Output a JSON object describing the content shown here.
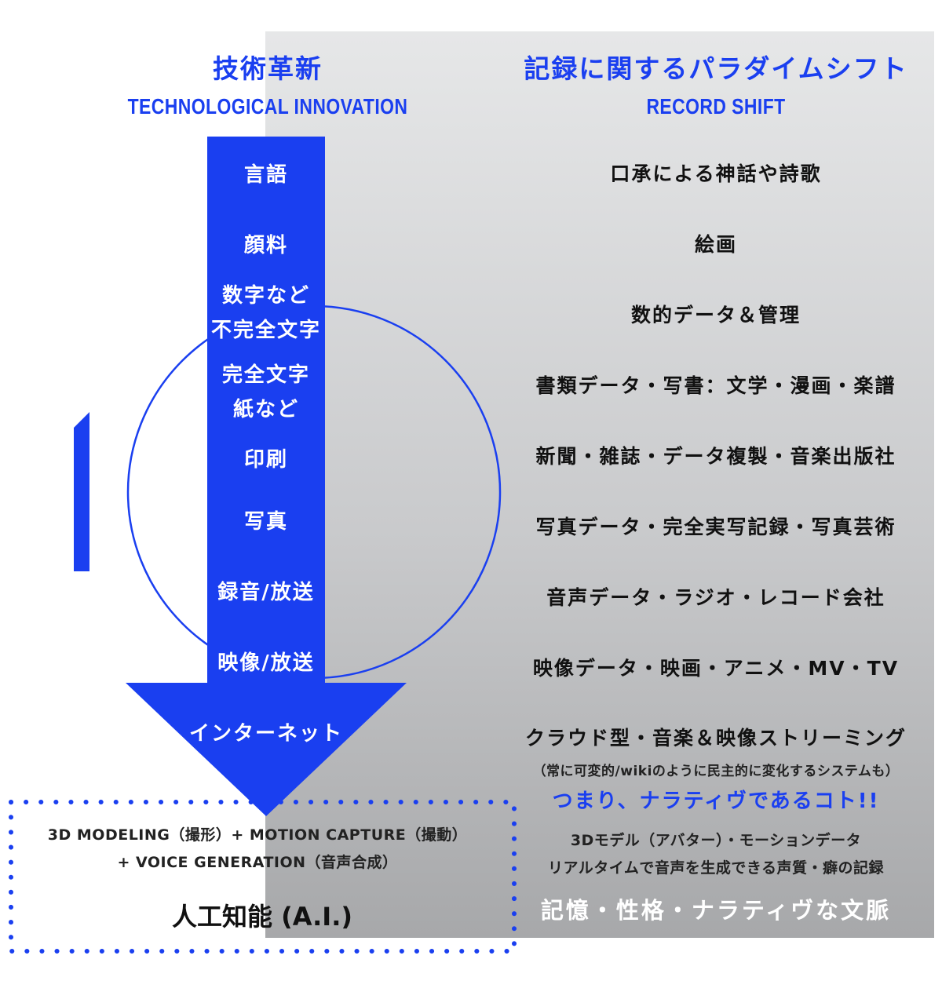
{
  "colors": {
    "accent_blue": "#1a3ff0",
    "panel_gray": "#d3d4d6",
    "text_dark": "#111111"
  },
  "left_header": {
    "jp": "技術革新",
    "en": "TECHNOLOGICAL INNOVATION"
  },
  "right_header": {
    "jp": "記録に関するパラダイムシフト",
    "en": "RECORD SHIFT"
  },
  "tech_items": [
    "言語",
    "顔料",
    "数字など",
    "不完全文字",
    "完全文字",
    "紙など",
    "印刷",
    "写真",
    "録音/放送",
    "映像/放送",
    "インターネット"
  ],
  "record_items": [
    "口承による神話や詩歌",
    "絵画",
    "数的データ＆管理",
    "書類データ・写書：文学・漫画・楽譜",
    "新聞・雑誌・データ複製・音楽出版社",
    "写真データ・完全実写記録・写真芸術",
    "音声データ・ラジオ・レコード会社",
    "映像データ・映画・アニメ・MV・TV",
    "クラウド型・音楽＆映像ストリーミング"
  ],
  "cloud_note": "（常に可変的/wikiのように民主的に変化するシステムも）",
  "narrative_note": "つまり、ナラティヴであるコト!!",
  "ai_box": {
    "line1": "3D MODELING（撮形）+ MOTION CAPTURE（撮動）",
    "line2": "+ VOICE GENERATION（音声合成）",
    "title": "人工知能 (A.I.)"
  },
  "ai_record": {
    "line1": "3Dモデル（アバター）・モーションデータ",
    "line2": "リアルタイムで音声を生成できる声質・癖の記録",
    "line3": "記憶・性格・ナラティヴな文脈"
  }
}
